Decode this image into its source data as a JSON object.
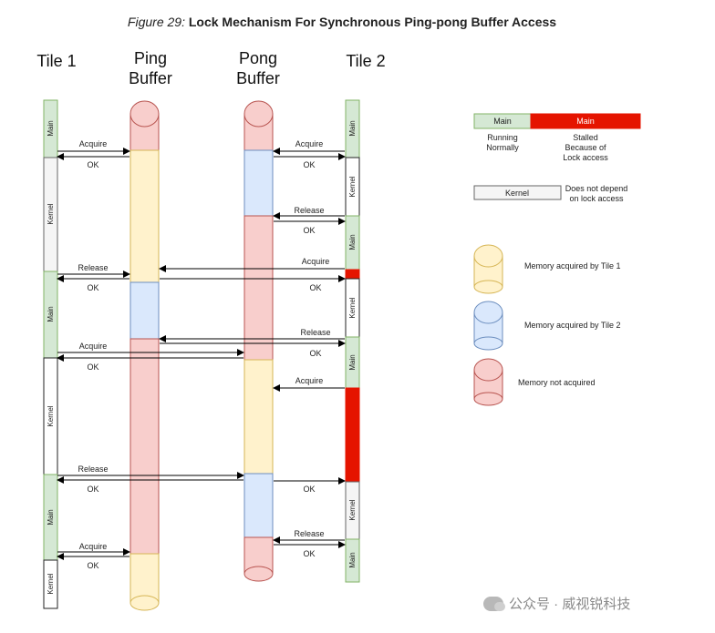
{
  "caption": {
    "label": "Figure 29:",
    "title": "Lock Mechanism For Synchronous Ping-pong Buffer Access"
  },
  "headers": {
    "tile1": "Tile 1",
    "ping_line1": "Ping",
    "ping_line2": "Buffer",
    "pong_line1": "Pong",
    "pong_line2": "Buffer",
    "tile2": "Tile 2"
  },
  "colors": {
    "main_fill": "#d5e8d4",
    "main_stroke": "#82b366",
    "kernel_fill": "#f5f5f5",
    "kernel_stroke": "#666666",
    "stalled": "#e51400",
    "tile1_mem_fill": "#fff2cc",
    "tile1_mem_stroke": "#d6b656",
    "tile2_mem_fill": "#dae8fc",
    "tile2_mem_stroke": "#6c8ebf",
    "free_mem_fill": "#f8cecc",
    "free_mem_stroke": "#b85450"
  },
  "tile1_segments": [
    {
      "kind": "main",
      "label": "Main"
    },
    {
      "kind": "kernel",
      "label": "Kernel"
    },
    {
      "kind": "main",
      "label": "Main"
    },
    {
      "kind": "kernel",
      "label": "Kernel"
    },
    {
      "kind": "main",
      "label": "Main"
    },
    {
      "kind": "kernel",
      "label": "Kernel"
    }
  ],
  "tile2_segments": [
    {
      "kind": "main",
      "label": "Main"
    },
    {
      "kind": "kernel",
      "label": "Kernel"
    },
    {
      "kind": "main",
      "label": "Main"
    },
    {
      "kind": "stalled",
      "label": ""
    },
    {
      "kind": "kernel",
      "label": "Kernel"
    },
    {
      "kind": "main",
      "label": "Main"
    },
    {
      "kind": "stalled",
      "label": ""
    },
    {
      "kind": "kernel",
      "label": "Kernel"
    },
    {
      "kind": "main",
      "label": "Main"
    }
  ],
  "arrow_labels": {
    "t1_acquire_1": "Acquire",
    "t1_ok_1": "OK",
    "t1_release_1": "Release",
    "t1_ok_2": "OK",
    "t1_acquire_2": "Acquire",
    "t1_ok_3": "OK",
    "t1_release_2": "Release",
    "t1_ok_4": "OK",
    "t1_acquire_3": "Acquire",
    "t1_ok_5": "OK",
    "t2_acquire_1": "Acquire",
    "t2_ok_1": "OK",
    "t2_release_1": "Release",
    "t2_ok_2": "OK",
    "t2_acquire_2": "Acquire",
    "t2_ok_3": "OK",
    "t2_release_2": "Release",
    "t2_ok_4": "OK",
    "t2_acquire_3": "Acquire",
    "t2_ok_5": "OK",
    "t2_release_3": "Release",
    "t2_ok_6": "OK"
  },
  "legend": {
    "main_label": "Main",
    "stalled_label": "Main",
    "running_line1": "Running",
    "running_line2": "Normally",
    "stalled_line1": "Stalled",
    "stalled_line2": "Because of",
    "stalled_line3": "Lock access",
    "kernel_label": "Kernel",
    "kernel_desc_line1": "Does not depend",
    "kernel_desc_line2": "on lock access",
    "tile1_mem": "Memory acquired by Tile 1",
    "tile2_mem": "Memory acquired by Tile 2",
    "free_mem": "Memory not acquired"
  },
  "watermark": {
    "text": "公众号 · 威视锐科技"
  }
}
